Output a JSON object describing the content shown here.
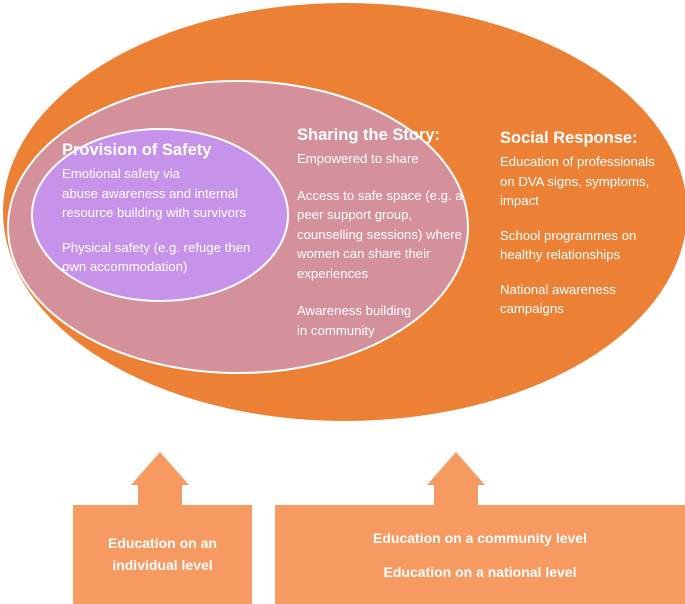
{
  "colors": {
    "outer": "#ec8035",
    "middle": "#d4909b",
    "inner": "#c792ea",
    "arrow": "#f69a62"
  },
  "provision": {
    "title": "Provision of Safety",
    "items": [
      "Emotional safety via\nabuse awareness and internal\nresource building with survivors",
      "Physical safety (e.g. refuge then\nown accommodation)"
    ]
  },
  "sharing": {
    "title": "Sharing the Story:",
    "items": [
      "Empowered to share",
      "Access to safe space (e.g. a\npeer support group,\ncounselling sessions) where\nwomen can share their\nexperiences",
      "Awareness building\nin community"
    ]
  },
  "social": {
    "title": "Social Response:",
    "items": [
      "Education of professionals\non DVA signs, symptoms,\nimpact",
      "School programmes on\nhealthy relationships",
      "National awareness\ncampaigns"
    ]
  },
  "boxes": {
    "individual": "Education on an\nindividual level",
    "community": "Education on a community level",
    "national": "Education on a national level"
  }
}
